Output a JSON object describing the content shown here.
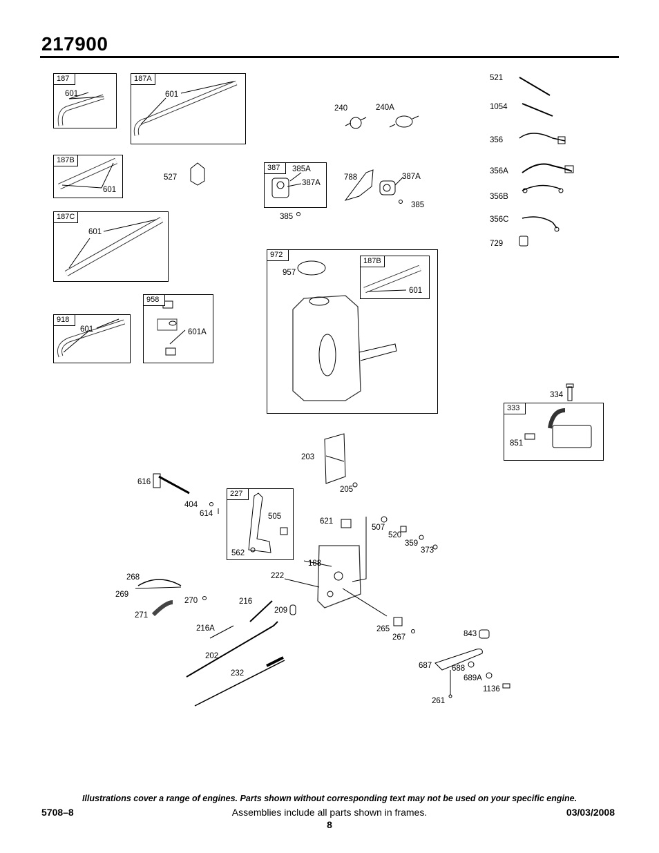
{
  "header": {
    "model": "217900"
  },
  "frames": {
    "f187": "187",
    "f187A": "187A",
    "f187B": "187B",
    "f187C": "187C",
    "f918": "918",
    "f958": "958",
    "f387": "387",
    "f972": "972",
    "f972_187B": "187B",
    "f333": "333",
    "f227": "227"
  },
  "parts": {
    "p601_a": "601",
    "p601_b": "601",
    "p601_c": "601",
    "p601_d": "601",
    "p601_e": "601",
    "p601_f": "601",
    "p601A": "601A",
    "p240": "240",
    "p240A": "240A",
    "p527": "527",
    "p385A": "385A",
    "p387A_a": "387A",
    "p387A_b": "387A",
    "p788": "788",
    "p385_a": "385",
    "p385_b": "385",
    "p957": "957",
    "p521": "521",
    "p1054": "1054",
    "p356": "356",
    "p356A": "356A",
    "p356B": "356B",
    "p356C": "356C",
    "p729": "729",
    "p334": "334",
    "p851": "851",
    "p203": "203",
    "p205": "205",
    "p616": "616",
    "p404": "404",
    "p614": "614",
    "p505": "505",
    "p562": "562",
    "p621": "621",
    "p507": "507",
    "p520": "520",
    "p359": "359",
    "p373": "373",
    "p188": "188",
    "p222": "222",
    "p268": "268",
    "p269": "269",
    "p270": "270",
    "p271": "271",
    "p216": "216",
    "p209": "209",
    "p216A": "216A",
    "p202": "202",
    "p232": "232",
    "p265": "265",
    "p267": "267",
    "p843": "843",
    "p687": "687",
    "p688": "688",
    "p689A": "689A",
    "p1136": "1136",
    "p261": "261"
  },
  "footer": {
    "note": "Illustrations cover a range of engines. Parts shown without corresponding text may not be used on your specific engine.",
    "doc_number": "5708–8",
    "assemblies": "Assemblies include all parts shown in frames.",
    "date": "03/03/2008",
    "page": "8"
  }
}
